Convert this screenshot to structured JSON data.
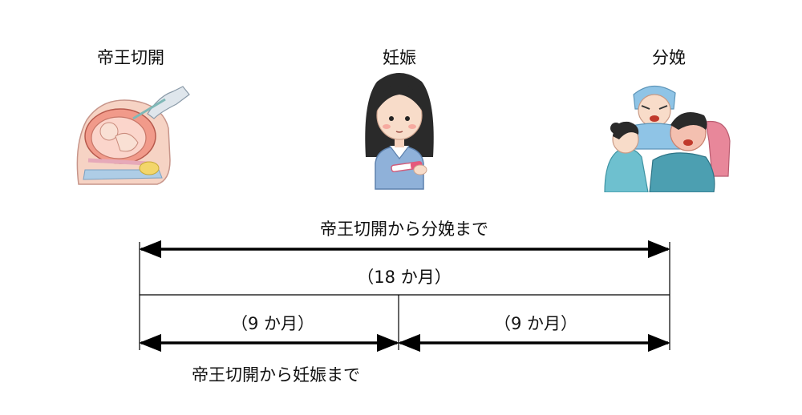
{
  "events": {
    "cesarean": {
      "label": "帝王切開"
    },
    "pregnancy": {
      "label": "妊娠"
    },
    "delivery": {
      "label": "分娩"
    }
  },
  "spans": {
    "total": {
      "label": "帝王切開から分娩まで",
      "duration": "（18 か月）"
    },
    "first": {
      "label": "帝王切開から妊娠まで",
      "duration": "（9 か月）"
    },
    "second": {
      "duration": "（9 か月）"
    }
  }
}
